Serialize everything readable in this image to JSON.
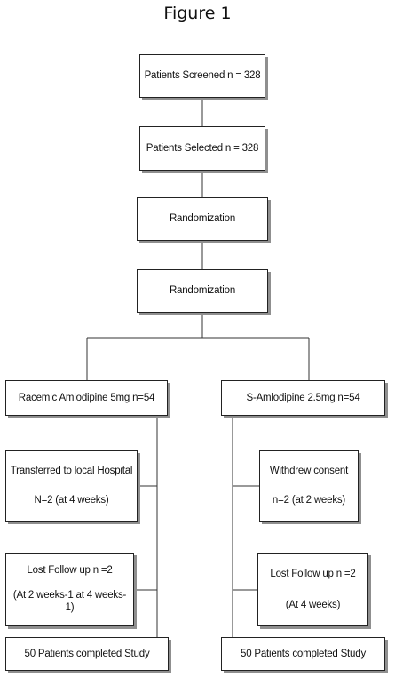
{
  "title": "Figure 1",
  "boxes": {
    "screened": "Patients Screened n = 328",
    "selected": "Patients Selected  n = 328",
    "randomization1": "Randomization",
    "randomization2": "Randomization",
    "left_arm": "Racemic Amlodipine 5mg n=54",
    "right_arm": "S-Amlodipine 2.5mg n=54",
    "left_transfer": [
      "Transferred to local Hospital",
      "N=2  (at 4 weeks)"
    ],
    "left_lost": [
      "Lost Follow up n =2",
      "(At 2 weeks-1  at 4 weeks-1)"
    ],
    "left_completed": "50 Patients completed Study",
    "right_withdrew": [
      "Withdrew consent",
      "n=2  (at 2 weeks)"
    ],
    "right_lost": [
      "Lost Follow up n =2",
      "(At 4 weeks)"
    ],
    "right_completed": "50 Patients completed Study"
  }
}
